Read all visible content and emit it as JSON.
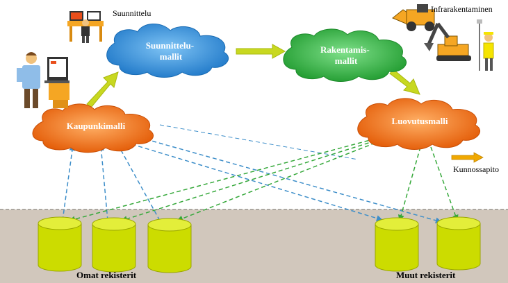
{
  "nodes": {
    "suunnittelumallit": {
      "label": "Suunnittelu-\nmallit",
      "color": "#2e8bd6"
    },
    "rakentamismallit": {
      "label": "Rakentamis-\nmallit",
      "color": "#2fae3c"
    },
    "kaupunkimalli": {
      "label": "Kaupunkimalli",
      "color": "#f06c0f"
    },
    "luovutusmalli": {
      "label": "Luovutusmalli",
      "color": "#f06c0f"
    }
  },
  "labels": {
    "suunnittelu": "Suunnittelu",
    "infrarakentaminen": "Infrarakentaminen",
    "kunnossapito": "Kunnossapito",
    "omat_rekisterit": "Omat rekisterit",
    "muut_rekisterit": "Muut rekisterit"
  },
  "colors": {
    "ground": "#d1c7bc",
    "cylinder": "#ccdc00",
    "arrow": "#c8d820",
    "blue_dash": "#3d8ec9",
    "green_dash": "#35a83a",
    "kunnossapito_arrow": "#f0a800"
  },
  "icons": [
    "designer-at-desk-icon",
    "person-with-laptop-icon",
    "excavator-icon",
    "surveyor-worker-icon"
  ]
}
